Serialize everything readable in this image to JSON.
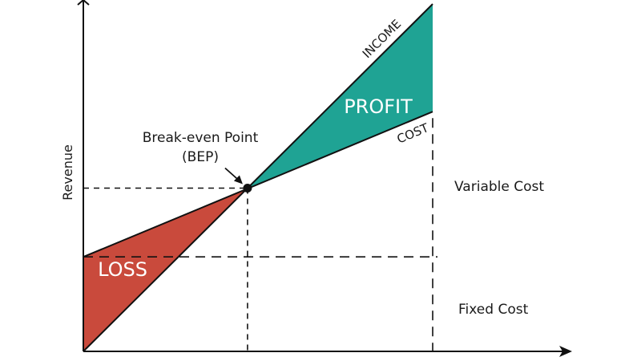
{
  "chart_data": {
    "type": "line",
    "title": "",
    "xlabel": "",
    "ylabel": "Revenue",
    "xlim": [
      0,
      1
    ],
    "ylim": [
      0,
      1
    ],
    "grid": false,
    "series": [
      {
        "name": "INCOME",
        "x": [
          0,
          1
        ],
        "y": [
          0,
          1
        ]
      },
      {
        "name": "COST",
        "x": [
          0,
          1
        ],
        "y": [
          0.272,
          0.69
        ]
      }
    ],
    "break_even_point": {
      "x": 0.47,
      "y": 0.47,
      "label_line1": "Break-even Point",
      "label_line2": "(BEP)"
    },
    "fixed_cost_level": 0.272,
    "regions": [
      {
        "name": "LOSS",
        "color": "#c94a3c"
      },
      {
        "name": "PROFIT",
        "color": "#1fa394"
      }
    ],
    "annotations": {
      "variable_cost": "Variable Cost",
      "fixed_cost": "Fixed Cost"
    },
    "colors": {
      "axis": "#111111",
      "line": "#111111",
      "profit": "#1fa394",
      "loss": "#c94a3c"
    }
  }
}
